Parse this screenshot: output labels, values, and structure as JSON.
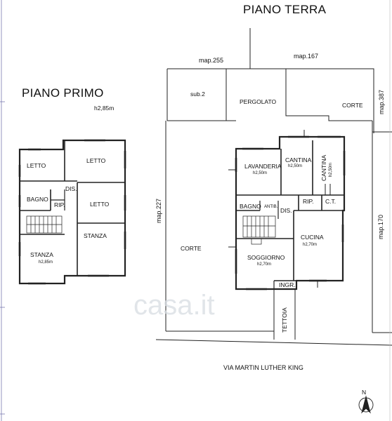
{
  "titles": {
    "ground_floor": "PIANO TERRA",
    "first_floor": "PIANO PRIMO",
    "first_floor_height": "h2,85m"
  },
  "maps": {
    "map255": "map.255",
    "map167": "map.167",
    "map387": "map.387",
    "map227": "map.227",
    "map170": "map.170"
  },
  "areas": {
    "sub2": "sub.2",
    "pergolato": "PERGOLATO",
    "corte_right": "CORTE",
    "corte_left": "CORTE",
    "tettoia": "TETTOIA"
  },
  "first_floor_rooms": {
    "letto1": "LETTO",
    "letto2": "LETTO",
    "letto3": "LETTO",
    "bagno": "BAGNO",
    "dis": "DIS.",
    "rip": "RIP.",
    "stanza1": "STANZA",
    "stanza2": "STANZA",
    "stanza2_h": "h2,85m"
  },
  "ground_floor_rooms": {
    "lavanderia": "LAVANDERIA",
    "lavanderia_h": "h2,50m",
    "cantina1": "CANTINA",
    "cantina1_h": "h2,50m",
    "cantina2": "CANTINA",
    "cantina2_h": "h2,50m",
    "bagno": "BAGNO",
    "antib": "ANTIB.",
    "dis": "DIS.",
    "rip": "RIP.",
    "ct": "C.T.",
    "cucina": "CUCINA",
    "cucina_h": "h2,70m",
    "soggiorno": "SOGGIORNO",
    "soggiorno_h": "h2,70m",
    "ingr": "INGR."
  },
  "street": "VIA MARTIN LUTHER KING",
  "north": "N",
  "watermark": "casa.it"
}
